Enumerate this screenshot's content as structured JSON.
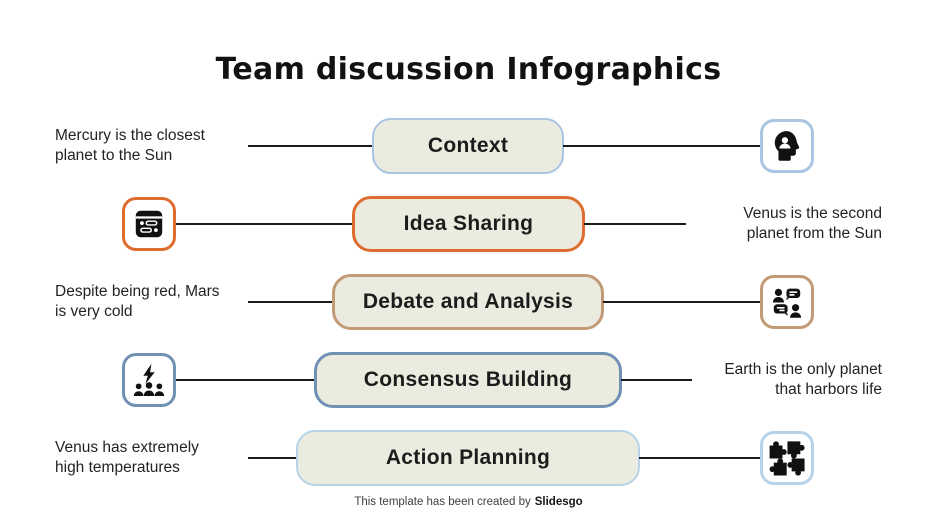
{
  "title": "Team discussion Infographics",
  "rows": [
    {
      "label": "Context",
      "note": "Mercury is the closest\nplanet to the Sun",
      "note_side": "left",
      "icon": "head-user-icon",
      "icon_side": "right",
      "accent": "#A9C5E2"
    },
    {
      "label": "Idea Sharing",
      "note": "Venus is the second\nplanet from the Sun",
      "note_side": "right",
      "icon": "chat-window-icon",
      "icon_side": "left",
      "accent": "#DD6D2F"
    },
    {
      "label": "Debate and Analysis",
      "note": "Despite being red, Mars\nis very cold",
      "note_side": "left",
      "icon": "people-discussion-icon",
      "icon_side": "right",
      "accent": "#C29A76"
    },
    {
      "label": "Consensus Building",
      "note": "Earth is the only planet\nthat harbors life",
      "note_side": "right",
      "icon": "team-lightning-icon",
      "icon_side": "left",
      "accent": "#7090B4"
    },
    {
      "label": "Action Planning",
      "note": "Venus has extremely\nhigh temperatures",
      "note_side": "left",
      "icon": "puzzle-pieces-icon",
      "icon_side": "right",
      "accent": "#B7D3EA"
    }
  ],
  "colors": {
    "pill_fill": "#ECEBE0",
    "connector": "#1B1B1B",
    "background": "#FFFFFF"
  },
  "footer": {
    "text": "This template has been created by",
    "brand": "Slidesgo"
  }
}
